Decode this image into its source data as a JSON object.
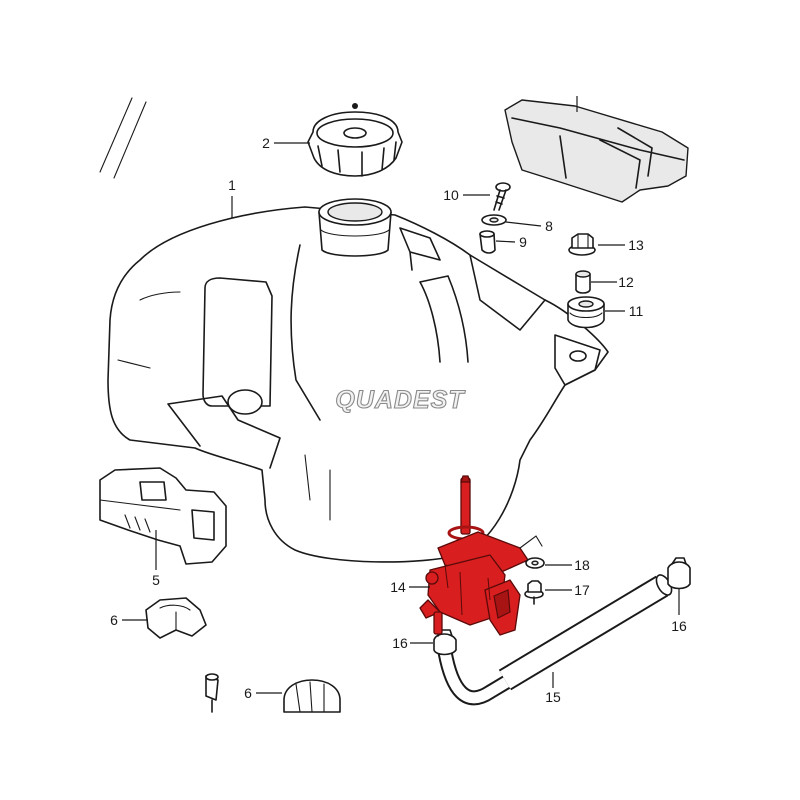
{
  "watermark": "QUADEST",
  "callouts": [
    "2",
    "1",
    "10",
    "8",
    "9",
    "13",
    "12",
    "11",
    "5",
    "6",
    "14",
    "18",
    "17",
    "16",
    "16",
    "15",
    "6"
  ],
  "colors": {
    "highlight": "#d81e1e",
    "line": "#1a1a1a",
    "background": "#ffffff"
  }
}
